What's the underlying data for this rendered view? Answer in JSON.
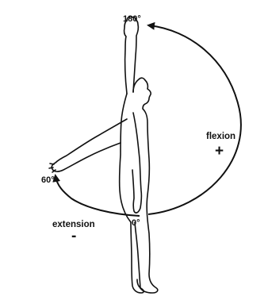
{
  "figure": {
    "labels": {
      "top_angle": "180°",
      "front_angle": "60°",
      "neutral_angle": "0°",
      "flexion": "flexion",
      "flexion_sign": "+",
      "extension": "extension",
      "extension_sign": "-"
    },
    "colors": {
      "line": "#111111",
      "background": "#ffffff"
    },
    "icons": {
      "flexion_arrow": "arc-arrow",
      "extension_arrow": "arc-arrow",
      "body": "standing-human-outline"
    }
  }
}
